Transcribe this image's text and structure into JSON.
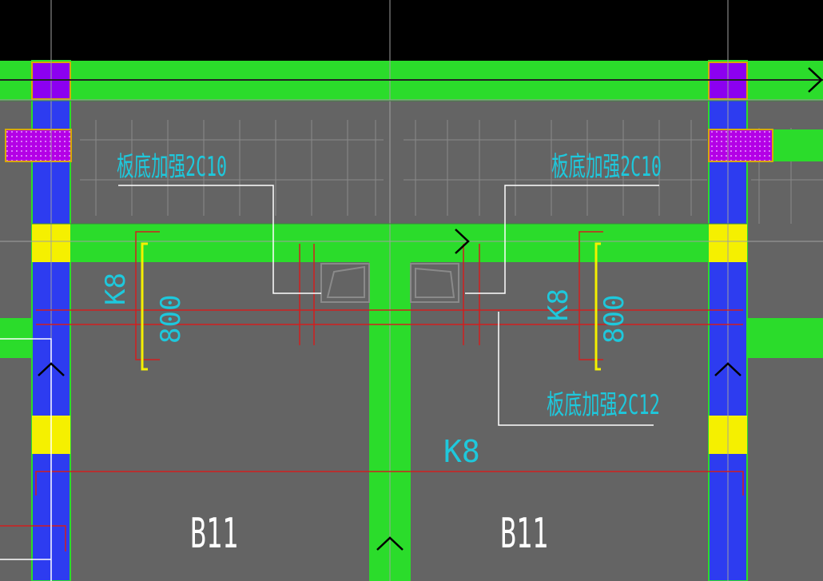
{
  "colors": {
    "background": "#000000",
    "slab": "#646464",
    "beam": "#2bdc2b",
    "column_blue": "#2d3cf0",
    "yellow": "#f5f000",
    "purple": "#8c00f0",
    "magenta_hatch": "#c800f0",
    "red": "#d21e1e",
    "cyan": "#1ec8dc",
    "white": "#ffffff"
  },
  "annotations": {
    "rebar_label_left": "板底加强2C10",
    "rebar_label_right": "板底加强2C10",
    "rebar_label_lower": "板底加强2C12",
    "beam_tag_left": "K8",
    "beam_tag_right": "K8",
    "beam_tag_center": "K8",
    "dimension_left": "800",
    "dimension_right": "800",
    "slab_label_left": "B11",
    "slab_label_right": "B11"
  },
  "icons": {
    "arrow_right": "chevron-right-icon",
    "arrow_up": "chevron-up-icon"
  }
}
